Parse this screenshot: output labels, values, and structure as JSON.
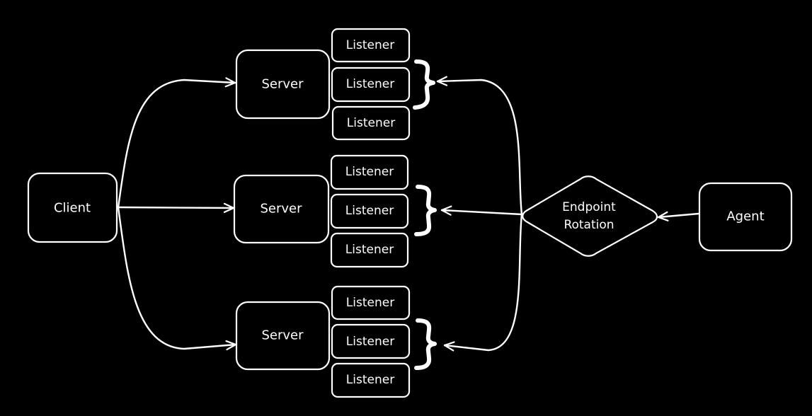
{
  "colors": {
    "background": "#000000",
    "stroke": "#ffffff",
    "text": "#ffffff"
  },
  "nodes": {
    "client": "Client",
    "server_top": "Server",
    "server_middle": "Server",
    "server_bottom": "Server",
    "listener": "Listener",
    "endpoint_rotation_line1": "Endpoint",
    "endpoint_rotation_line2": "Rotation",
    "agent": "Agent"
  },
  "edges": [
    {
      "from": "Client",
      "to": "Server (top)"
    },
    {
      "from": "Client",
      "to": "Server (middle)"
    },
    {
      "from": "Client",
      "to": "Server (bottom)"
    },
    {
      "from": "Agent",
      "to": "Endpoint Rotation"
    },
    {
      "from": "Endpoint Rotation",
      "to": "Listener group (top)"
    },
    {
      "from": "Endpoint Rotation",
      "to": "Listener group (middle)"
    },
    {
      "from": "Endpoint Rotation",
      "to": "Listener group (bottom)"
    }
  ]
}
